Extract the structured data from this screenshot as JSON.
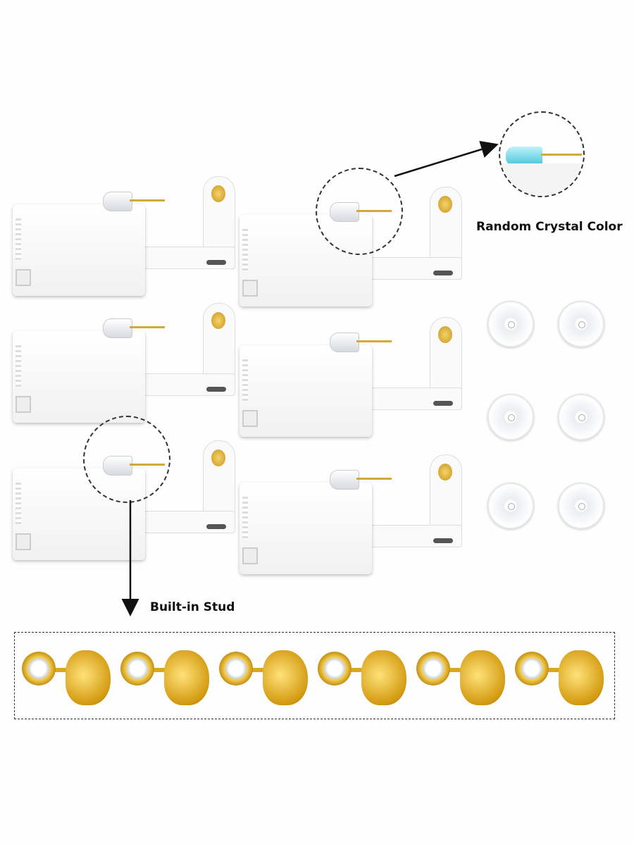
{
  "callouts": {
    "crystal_label": "Random Crystal Color",
    "stud_label": "Built-in Stud"
  },
  "product": {
    "piercer_units": 6,
    "silicone_backs": 6,
    "stud_pairs": 6
  },
  "colors": {
    "gold": "#d4a017",
    "crystal": "#5fd0e0"
  }
}
